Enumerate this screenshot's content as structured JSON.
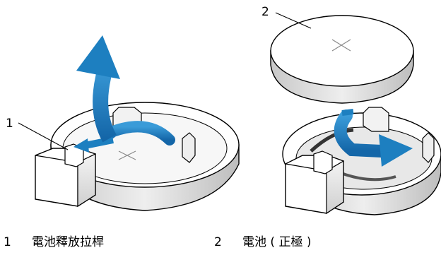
{
  "callouts": [
    {
      "number": "1",
      "label": "電池釋放拉桿"
    },
    {
      "number": "2",
      "label": "電池 ( 正極 )"
    }
  ],
  "colors": {
    "arrow": "#1d7fc0",
    "outline": "#000000",
    "face": "#ffffff",
    "shade": "#d9d9d9"
  }
}
